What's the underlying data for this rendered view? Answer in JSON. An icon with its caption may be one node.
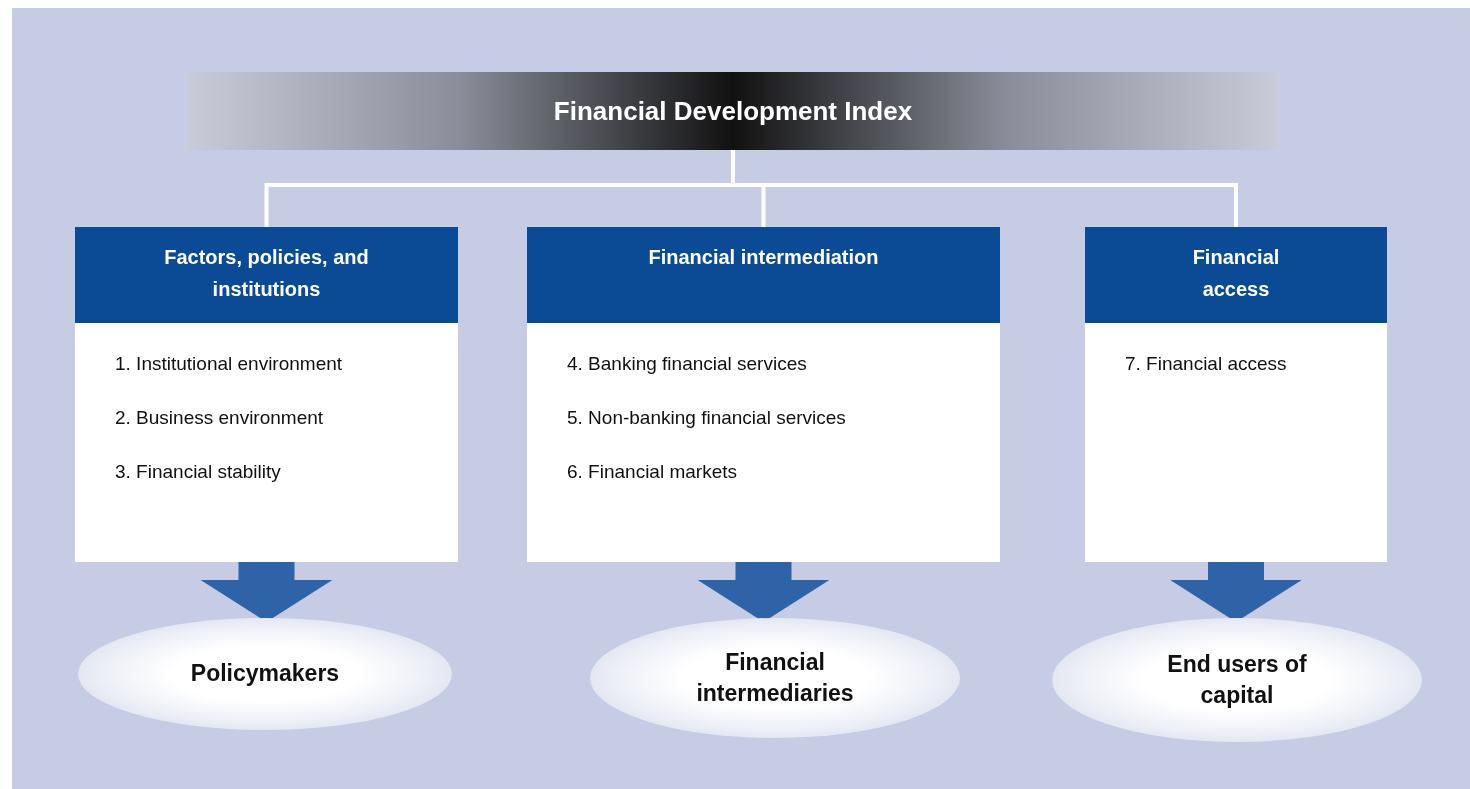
{
  "diagram": {
    "nodes": [
      {
        "text": [
          "Financial Development Index"
        ]
      },
      {
        "text": [
          "Factors, policies, and institutions",
          "1. Institutional environment",
          "2. Business environment",
          "3. Financial stability"
        ]
      },
      {
        "text": [
          "Financial intermediation",
          "4. Banking financial services",
          "5. Non-banking financial services",
          "6. Financial markets"
        ]
      },
      {
        "text": [
          "Financial access",
          "7. Financial access"
        ]
      },
      {
        "text": [
          "Policymakers"
        ]
      },
      {
        "text": [
          "Financial intermediaries"
        ]
      },
      {
        "text": [
          "End users of capital"
        ]
      }
    ],
    "edges": [
      {
        "from": 0,
        "to": 1,
        "arrow": "none"
      },
      {
        "from": 0,
        "to": 2,
        "arrow": "none"
      },
      {
        "from": 0,
        "to": 3,
        "arrow": "none"
      },
      {
        "from": 1,
        "to": 4,
        "arrow": "to",
        "style": "thick",
        "color": "#2f63a8"
      },
      {
        "from": 2,
        "to": 5,
        "arrow": "to",
        "style": "thick",
        "color": "#2f63a8"
      },
      {
        "from": 3,
        "to": 6,
        "arrow": "to",
        "style": "thick",
        "color": "#2f63a8"
      }
    ]
  }
}
